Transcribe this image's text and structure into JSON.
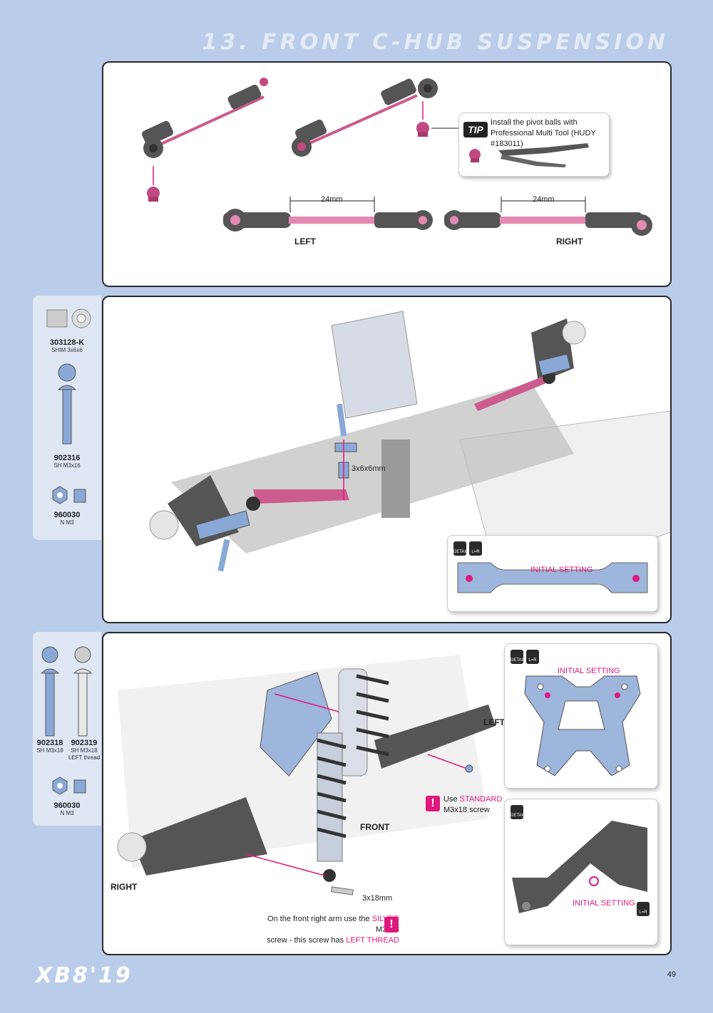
{
  "page": {
    "title": "13. FRONT C-HUB SUSPENSION",
    "logo": "XB8'19",
    "page_number": "49"
  },
  "step1": {
    "tip_badge": "TIP",
    "tip_text": "Install the pivot balls with Professional Multi Tool (HUDY #183011)",
    "dim_left": "24mm",
    "dim_right": "24mm",
    "label_left": "LEFT",
    "label_right": "RIGHT"
  },
  "step2": {
    "parts": [
      {
        "number": "303128-K",
        "desc": "SHIM 3x6x6"
      },
      {
        "number": "902316",
        "desc": "SH M3x16"
      },
      {
        "number": "960030",
        "desc": "N M3"
      }
    ],
    "shim_label": "3x6x6mm",
    "detail_icon_1": "DETAIL",
    "detail_icon_2": "L=R",
    "initial_setting": "INITIAL SETTING"
  },
  "step3": {
    "parts": [
      {
        "number": "902318",
        "desc": "SH M3x18"
      },
      {
        "number": "902319",
        "desc": "SH M3x18",
        "desc2": "LEFT thread"
      },
      {
        "number": "960030",
        "desc": "N M3"
      }
    ],
    "label_left": "LEFT",
    "label_front": "FRONT",
    "label_right": "RIGHT",
    "screw_label": "3x18mm",
    "use_prefix": "Use",
    "use_standard": "STANDARD",
    "use_suffix": "M3x18 screw",
    "note_part1": "On the front right arm use the",
    "note_silver": "SILVER",
    "note_part2": "M3x18",
    "note_part3": "screw - this screw has",
    "note_left_thread": "LEFT THREAD",
    "detail_top_initial": "INITIAL SETTING",
    "detail_bottom_initial": "INITIAL SETTING",
    "detail_icon_1": "DETAIL",
    "detail_icon_2": "L=R",
    "excl": "!"
  },
  "colors": {
    "accent": "#e0197d",
    "background": "#b9cdea",
    "part_blue": "#8aa8d6"
  }
}
